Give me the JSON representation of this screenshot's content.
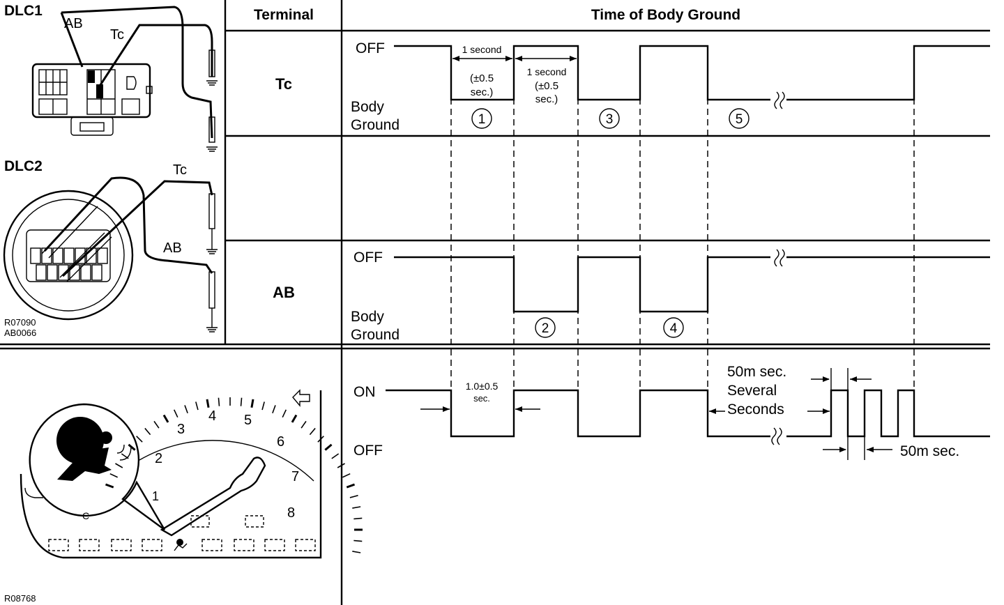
{
  "header": {
    "terminal": "Terminal",
    "time_of_body_ground": "Time of Body Ground"
  },
  "connectors": {
    "dlc1": "DLC1",
    "dlc2": "DLC2",
    "ab": "AB",
    "tc": "Tc",
    "code_1": "R07090",
    "code_2": "AB0066"
  },
  "rows": {
    "tc": {
      "label": "Tc",
      "off": "OFF",
      "body": "Body",
      "ground": "Ground"
    },
    "ab": {
      "label": "AB",
      "off": "OFF",
      "body": "Body",
      "ground": "Ground"
    },
    "indicator": {
      "on": "ON",
      "off": "OFF"
    }
  },
  "annotations": {
    "one_second_a": "1 second",
    "tol_a1": "(±0.5",
    "tol_a2": "sec.)",
    "one_second_b": "1 second",
    "tol_b1": "(±0.5",
    "tol_b2": "sec.)",
    "on_time_1": "1.0±0.5",
    "on_time_2": "sec.",
    "fifty_ms_top": "50m sec.",
    "several": "Several",
    "seconds": "Seconds",
    "fifty_ms_bottom": "50m sec."
  },
  "steps": [
    "1",
    "2",
    "3",
    "4",
    "5"
  ],
  "gauge": {
    "numbers": [
      "1",
      "2",
      "3",
      "4",
      "5",
      "6",
      "7",
      "8"
    ],
    "fuel_c": "C",
    "code": "R08768"
  }
}
